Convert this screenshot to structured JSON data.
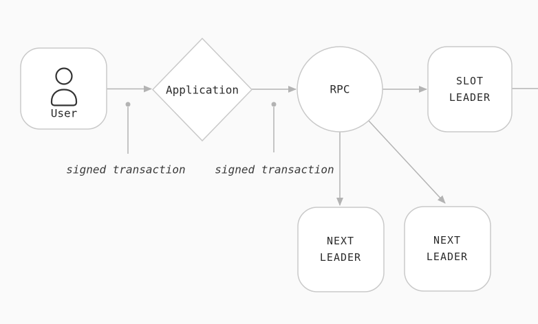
{
  "diagram": {
    "type": "flow-diagram",
    "nodes": {
      "user": {
        "label": "User",
        "shape": "rounded-rect",
        "icon": "person-icon"
      },
      "application": {
        "label": "Application",
        "shape": "diamond"
      },
      "rpc": {
        "label": "RPC",
        "shape": "circle"
      },
      "slot_leader": {
        "line1": "SLOT",
        "line2": "LEADER",
        "shape": "rounded-rect"
      },
      "next_leader_1": {
        "line1": "NEXT",
        "line2": "LEADER",
        "shape": "rounded-rect"
      },
      "next_leader_2": {
        "line1": "NEXT",
        "line2": "LEADER",
        "shape": "rounded-rect"
      }
    },
    "edges": [
      {
        "from": "user",
        "to": "application",
        "arrow": true
      },
      {
        "from": "application",
        "to": "rpc",
        "arrow": true
      },
      {
        "from": "rpc",
        "to": "slot_leader",
        "arrow": true
      },
      {
        "from": "slot_leader",
        "to": "offscreen-right",
        "arrow": false
      },
      {
        "from": "rpc",
        "to": "next_leader_1",
        "arrow": true
      },
      {
        "from": "rpc",
        "to": "next_leader_2",
        "arrow": true
      }
    ],
    "annotations": {
      "signed_transaction_1": "signed transaction",
      "signed_transaction_2": "signed transaction"
    },
    "colors": {
      "background": "#fafafa",
      "node_fill": "#ffffff",
      "node_border": "#c9c9c9",
      "connector": "#b3b3b3",
      "node_text": "#2b2b2b",
      "annotation_text": "#3a3a3a",
      "icon_stroke": "#333333"
    }
  }
}
